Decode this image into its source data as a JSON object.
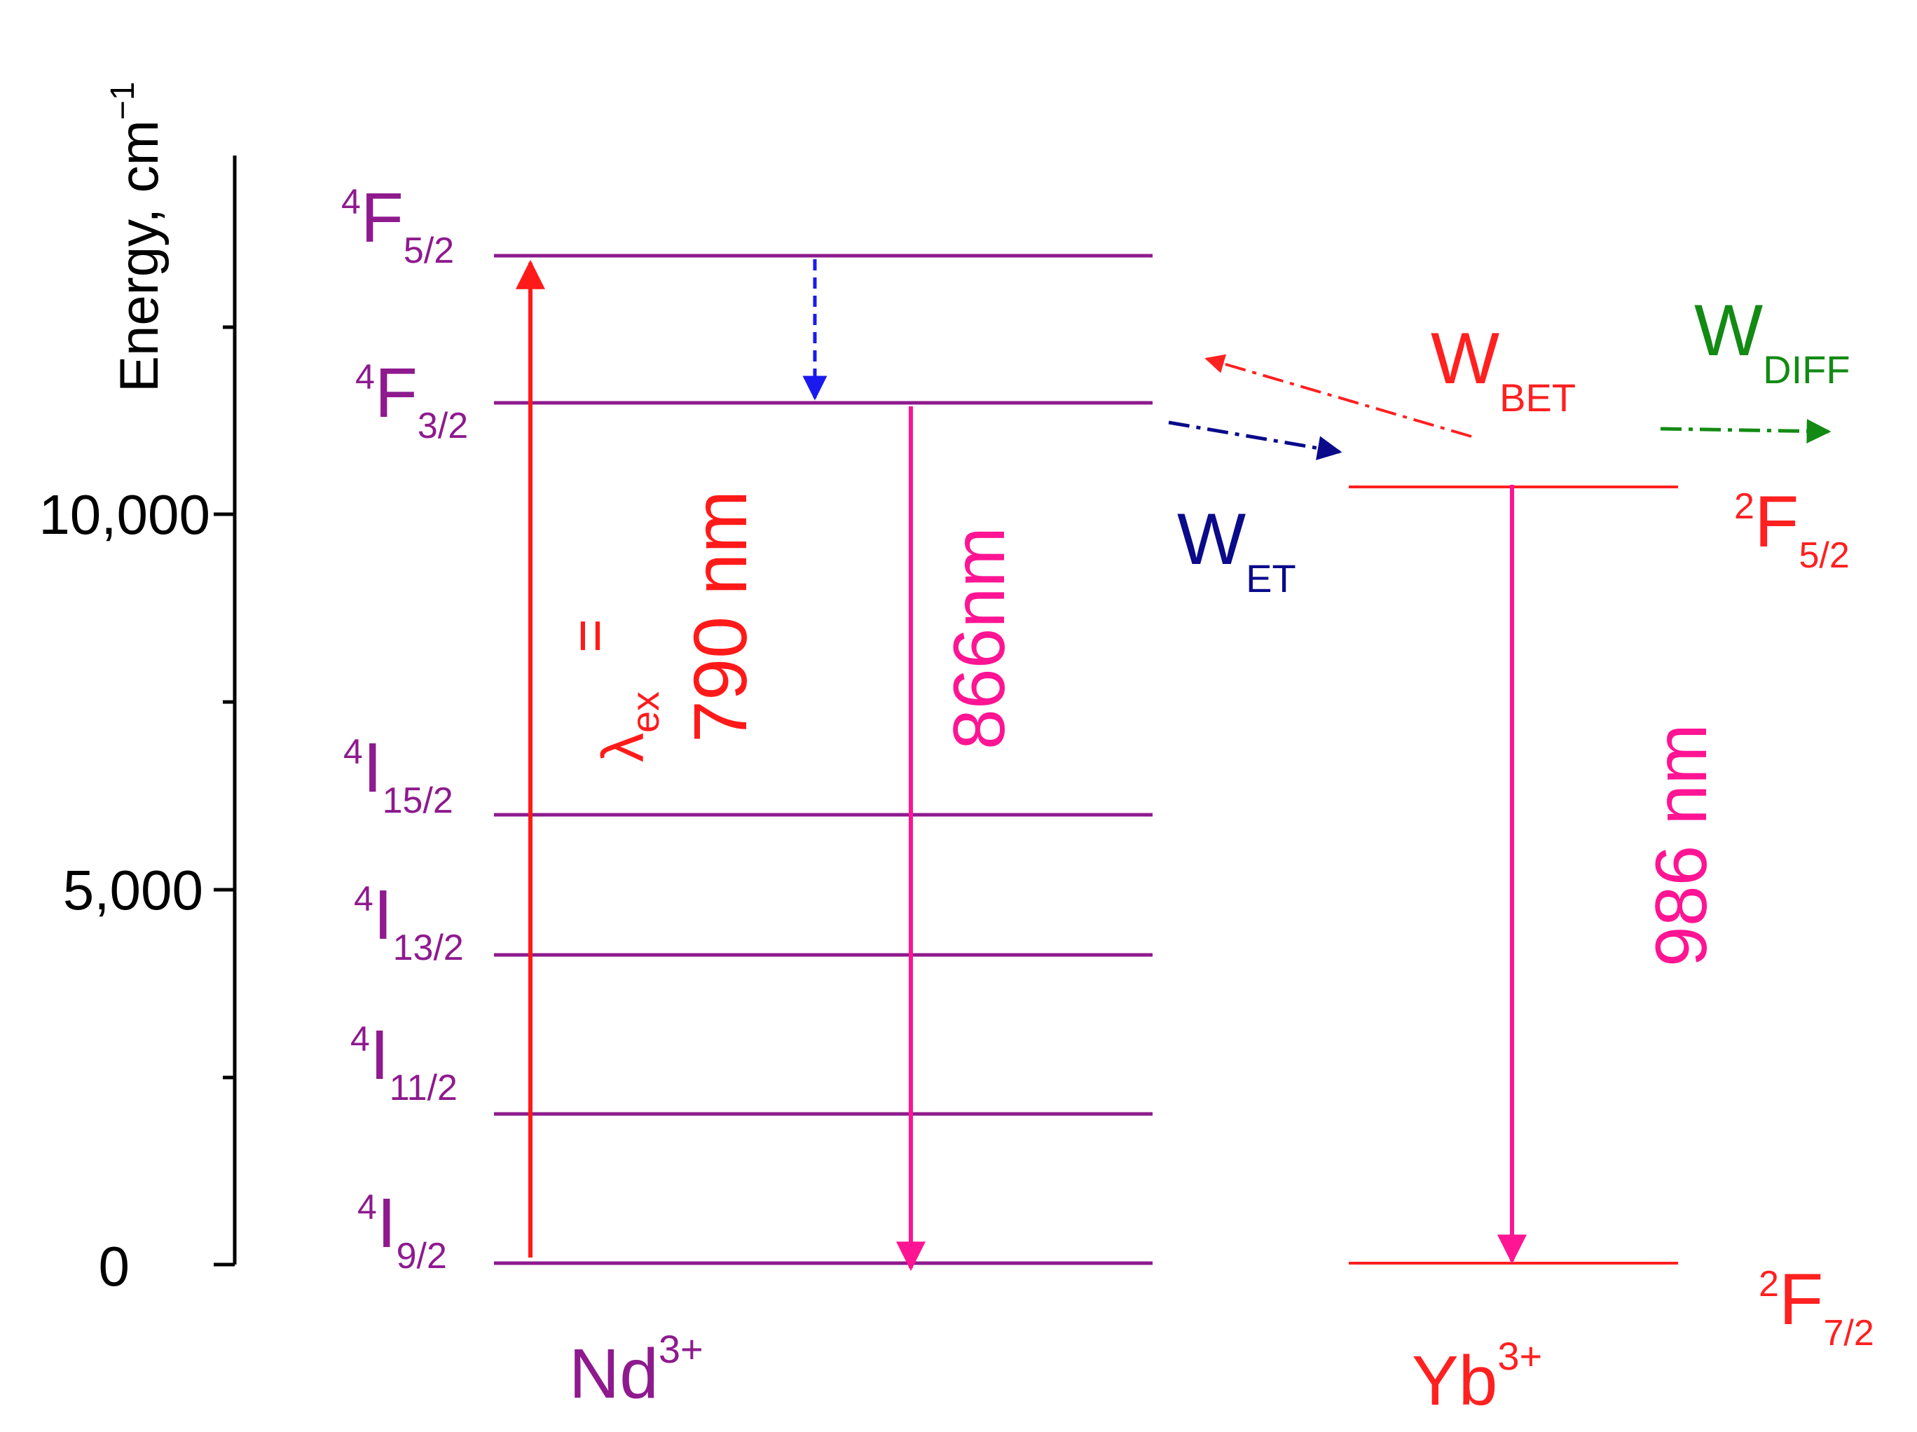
{
  "colors": {
    "axis": "#000000",
    "nd_level": "#8e1a8e",
    "yb_level": "#ff2020",
    "excitation": "#ff1a1a",
    "emission": "#ff1493",
    "relaxation": "#1a1aee",
    "et": "#0a0a8a",
    "bet": "#ff2020",
    "diff": "#138a13"
  },
  "axis": {
    "label": "Energy, cm",
    "label_sup": "−1",
    "ticks": [
      "0",
      "5,000",
      "10,000"
    ]
  },
  "nd": {
    "ion": "Nd",
    "charge": "3+",
    "levels": [
      {
        "pre": "4",
        "main": "F",
        "sub": "5/2"
      },
      {
        "pre": "4",
        "main": "F",
        "sub": "3/2"
      },
      {
        "pre": "4",
        "main": "I",
        "sub": "15/2"
      },
      {
        "pre": "4",
        "main": "I",
        "sub": "13/2"
      },
      {
        "pre": "4",
        "main": "I",
        "sub": "11/2"
      },
      {
        "pre": "4",
        "main": "I",
        "sub": "9/2"
      }
    ]
  },
  "yb": {
    "ion": "Yb",
    "charge": "3+",
    "levels": [
      {
        "pre": "2",
        "main": "F",
        "sub": "5/2"
      },
      {
        "pre": "2",
        "main": "F",
        "sub": "7/2"
      }
    ]
  },
  "transitions": {
    "excitation_symbol": "λ",
    "excitation_sub": "ex",
    "excitation_eq": "=",
    "excitation_value": "790 nm",
    "nd_emission": "866nm",
    "yb_emission": "986 nm"
  },
  "processes": {
    "et": {
      "main": "W",
      "sub": "ET"
    },
    "bet": {
      "main": "W",
      "sub": "BET"
    },
    "diff": {
      "main": "W",
      "sub": "DIFF"
    }
  }
}
